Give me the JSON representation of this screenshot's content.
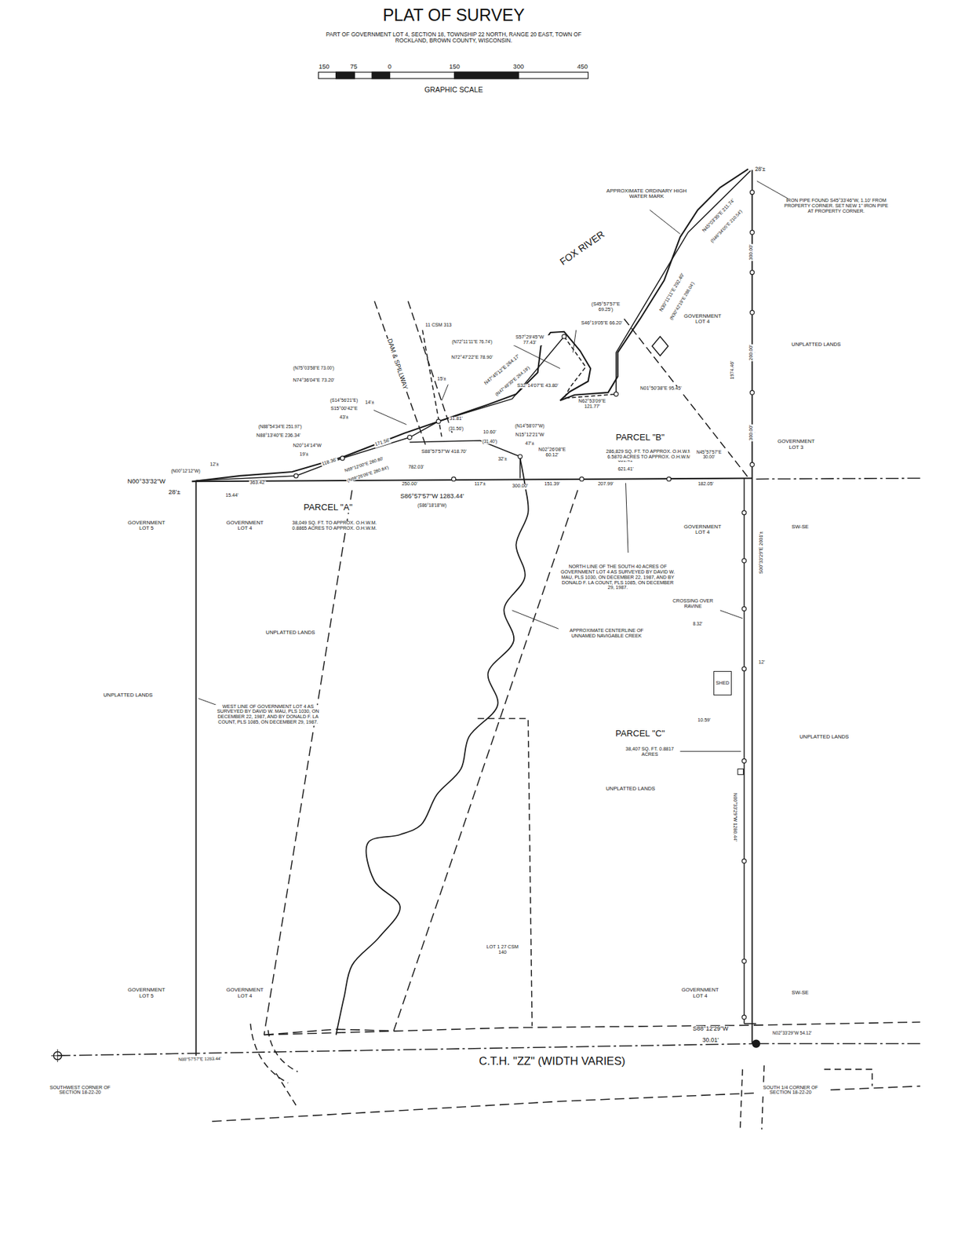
{
  "diagram": {
    "title": "PLAT OF SURVEY",
    "nodes": [
      {
        "text": [
          "SHED"
        ]
      }
    ],
    "labels": [
      "PART OF GOVERNMENT LOT 4, SECTION 18, TOWNSHIP 22 NORTH, RANGE 20 EAST, TOWN OF ROCKLAND, BROWN COUNTY, WISCONSIN.",
      "150",
      "75",
      "0",
      "150",
      "300",
      "450",
      "GRAPHIC SCALE",
      "28'±",
      "IRON PIPE FOUND S45°33'46\"W, 1.10' FROM PROPERTY CORNER. SET NEW 1\" IRON PIPE AT PROPERTY CORNER.",
      "APPROXIMATE ORDINARY HIGH WATER MARK",
      "FOX RIVER",
      "N45°03'35\"E 211.74'",
      "(N46°34'05\"E 210.54')",
      "N30°11'11\"E 292.40'",
      "(N30°42'19\"E 288.04')",
      "GOVERNMENT LOT 4",
      "UNPLATTED LANDS",
      "300.00'",
      "200.00'",
      "1974.46'",
      "300.00'",
      "GOVERNMENT LOT 3",
      "(S45°57'57\"E 69.25')",
      "S46°19'05\"E 66.20'",
      "S57°29'45\"W 77.43'",
      "N01°50'38\"E 95.45'",
      "N62°53'09\"E 121.77'",
      "S32°14'07\"E 43.80'",
      "N47°45'12\"E 264.17'",
      "(N47°49'30\"E 264.19')",
      "11 CSM 313",
      "(N72°11'11\"E 76.74')",
      "N72°47'22\"E 78.90'",
      "(N75°03'58\"E 73.00')",
      "N74°36'04\"E 73.20'",
      "DAM & SPILLWAY",
      "15'±",
      "(S14°56'21\"E)",
      "S15°00'42\"E",
      "43'±",
      "14'±",
      "31.81'",
      "(31.56')",
      "(N14°58'07\"W)",
      "N15°12'21\"W",
      "47'±",
      "10.60'",
      "(31.40')",
      "S88°57'57\"W 418.70'",
      "(N88°54'34\"E 251.97')",
      "N88°13'40\"E 236.34'",
      "N20°14'14\"W",
      "19'±",
      "171.56'",
      "118.36'",
      "N69°12'00\"E 280.80'",
      "(N69°26'06\"E 280.84')",
      "(N00°12'12\"W)",
      "N00°33'32\"W",
      "28'±",
      "12'±",
      "363.42'",
      "15.44'",
      "782.03'",
      "250.00'",
      "117'±",
      "32'±",
      "300.00'",
      "151.39'",
      "207.99'",
      "182.05'",
      "N02°26'08\"E 60.12'",
      "651.41'",
      "621.41'",
      "S86°57'57\"W 1283.44'",
      "(S86°18'18\"W)",
      "PARCEL \"B\"",
      "286,829 SQ. FT. TO APPROX. O.H.W.M. 6.5870 ACRES TO APPROX. O.H.W.M.",
      "N45°57'57\"E 30.00'",
      "PARCEL \"A\"",
      "38,049 SQ. FT. TO APPROX. O.H.W.M. 0.8865 ACRES TO APPROX. O.H.W.M.",
      "GOVERNMENT LOT 5",
      "GOVERNMENT LOT 4",
      "GOVERNMENT LOT 4",
      "SW-SE",
      "NORTH LINE OF THE SOUTH 40 ACRES OF GOVERNMENT LOT 4 AS SURVEYED BY DAVID W. MAU, PLS 1030, ON DECEMBER 22, 1987, AND BY DONALD F. LA COUNT, PLS 1085, ON DECEMBER 29, 1987.",
      "S00°33'29\"E 2001'±",
      "UNPLATTED LANDS",
      "APPROXIMATE CENTERLINE OF UNNAMED NAVIGABLE CREEK",
      "CROSSING OVER RAVINE",
      "8.32'",
      "UNPLATTED LANDS",
      "WEST LINE OF GOVERNMENT LOT 4 AS SURVEYED BY DAVID W. MAU, PLS 1030, ON DECEMBER 22, 1987, AND BY DONALD F. LA COUNT, PLS 1085, ON DECEMBER 29, 1987.",
      "12'",
      "10.59'",
      "PARCEL \"C\"",
      "38,407 SQ. FT. 0.8817 ACRES",
      "UNPLATTED LANDS",
      "UNPLATTED LANDS",
      "N00°33'29\"W 1280.44'",
      "LOT 1 27 CSM 140",
      "GOVERNMENT LOT 5",
      "GOVERNMENT LOT 4",
      "GOVERNMENT LOT 4",
      "SW-SE",
      "S88°12'29\"W",
      "30.01'",
      "N02°33'29\"W 54.12'",
      "N88°57'57\"E 1283.44'",
      "C.T.H. \"ZZ\" (WIDTH VARIES)",
      "SOUTHWEST CORNER OF SECTION 18-22-20",
      "SOUTH 1/4 CORNER OF SECTION 18-22-20"
    ]
  }
}
